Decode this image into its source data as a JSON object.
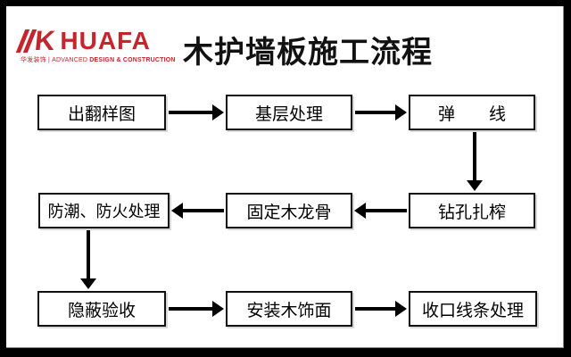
{
  "brand_color": "#c4262e",
  "logo": {
    "mark": "k-stripes-icon",
    "brand": "HUAFA",
    "tagline_cn": "华发装饰",
    "tagline_divider": "|",
    "tagline_en_light": "ADVANCED",
    "tagline_en_bold": "DESIGN & CONSTRUCTION"
  },
  "title": "木护墙板施工流程",
  "flowchart": {
    "nodes": [
      {
        "id": 1,
        "label": "出翻样图"
      },
      {
        "id": 2,
        "label": "基层处理"
      },
      {
        "id": 3,
        "label": "弹　　线"
      },
      {
        "id": 4,
        "label": "防潮、防火处理"
      },
      {
        "id": 5,
        "label": "固定木龙骨"
      },
      {
        "id": 6,
        "label": "钻孔扎榨"
      },
      {
        "id": 7,
        "label": "隐蔽验收"
      },
      {
        "id": 8,
        "label": "安装木饰面"
      },
      {
        "id": 9,
        "label": "收口线条处理"
      }
    ],
    "connections": [
      {
        "from": "出翻样图",
        "to": "基层处理",
        "direction": "right"
      },
      {
        "from": "基层处理",
        "to": "弹线",
        "direction": "right"
      },
      {
        "from": "弹线",
        "to": "钻孔扎榨",
        "direction": "down"
      },
      {
        "from": "钻孔扎榨",
        "to": "固定木龙骨",
        "direction": "left"
      },
      {
        "from": "固定木龙骨",
        "to": "防潮、防火处理",
        "direction": "left"
      },
      {
        "from": "防潮、防火处理",
        "to": "隐蔽验收",
        "direction": "down"
      },
      {
        "from": "隐蔽验收",
        "to": "安装木饰面",
        "direction": "right"
      },
      {
        "from": "安装木饰面",
        "to": "收口线条处理",
        "direction": "right"
      }
    ]
  }
}
